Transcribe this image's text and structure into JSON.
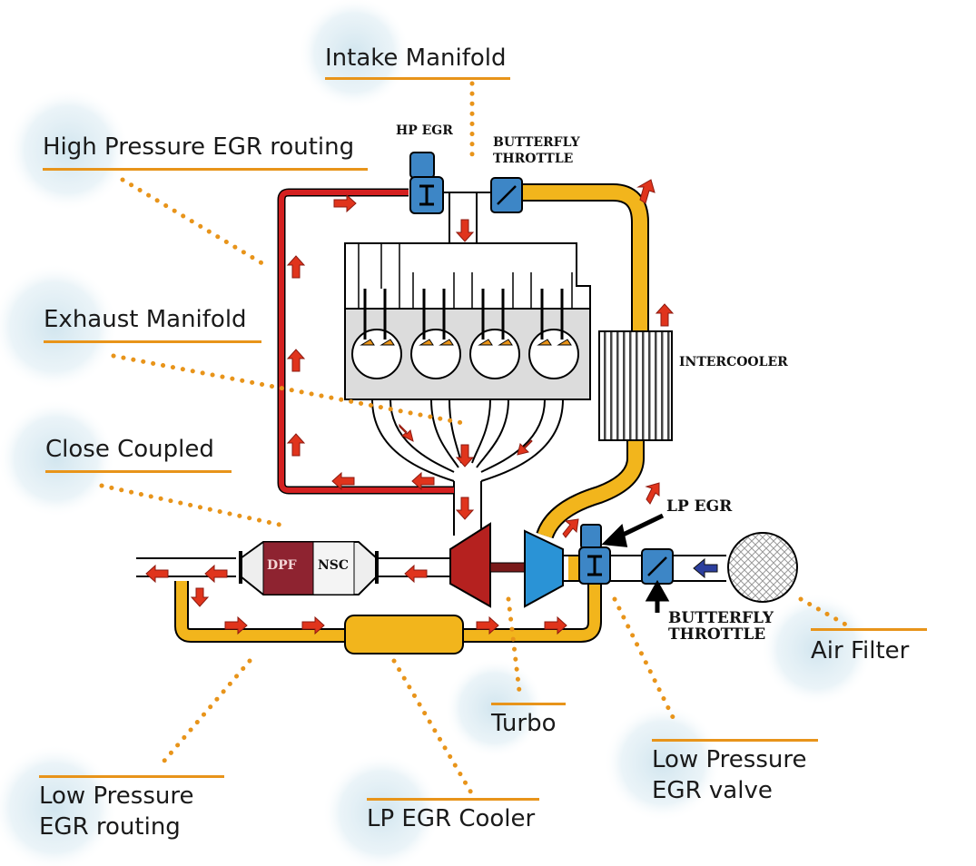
{
  "labels": {
    "intake_manifold": "Intake Manifold",
    "high_pressure_egr_routing": "High Pressure EGR routing",
    "exhaust_manifold": "Exhaust Manifold",
    "close_coupled": "Close Coupled",
    "low_pressure_egr_routing": [
      "Low Pressure",
      "EGR routing"
    ],
    "lp_egr_cooler": "LP EGR Cooler",
    "turbo": "Turbo",
    "low_pressure_egr_valve": [
      "Low Pressure",
      "EGR valve"
    ],
    "air_filter": "Air Filter"
  },
  "component_tags": {
    "hp_egr": "HP EGR",
    "butterfly_throttle_top": [
      "BUTTERFLY",
      "THROTTLE"
    ],
    "intercooler": "INTERCOOLER",
    "lp_egr": "LP EGR",
    "butterfly_throttle_bottom": [
      "BUTTERFLY",
      "THROTTLE"
    ],
    "dpf": "DPF",
    "nsc": "NSC"
  },
  "colors": {
    "callout_line": "#e8941a",
    "hp_egr_pipe": "#d42020",
    "intake_pipe": "#f2b51c",
    "flow_arrow": "#e0341c",
    "valve_blue": "#3d86c6",
    "turbine": "#b5211f",
    "compressor": "#2a93d6",
    "engine_block": "#dcdcdc",
    "bubble": "#d8eaf2"
  }
}
